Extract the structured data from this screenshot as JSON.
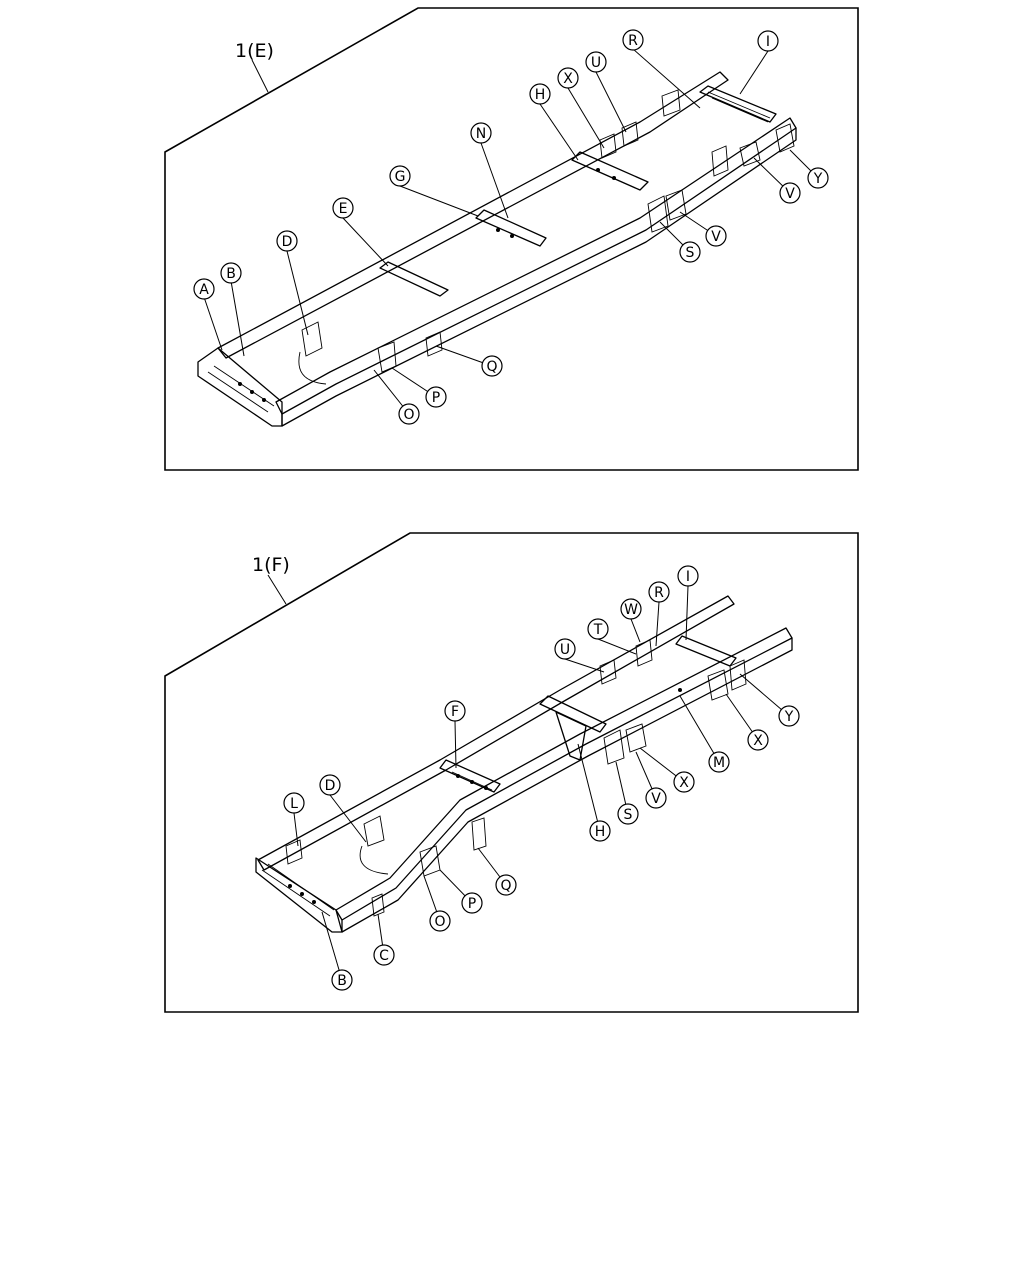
{
  "diagrams": [
    {
      "id": "E",
      "title": "1(E)",
      "callouts": [
        "A",
        "B",
        "D",
        "E",
        "G",
        "N",
        "H",
        "X",
        "U",
        "R",
        "I",
        "Y",
        "V",
        "V",
        "S",
        "Q",
        "P",
        "O"
      ]
    },
    {
      "id": "F",
      "title": "1(F)",
      "callouts": [
        "L",
        "D",
        "F",
        "U",
        "T",
        "W",
        "R",
        "I",
        "Y",
        "X",
        "M",
        "X",
        "V",
        "S",
        "H",
        "Q",
        "P",
        "O",
        "C",
        "B"
      ]
    }
  ],
  "colors": {
    "line": "#000000",
    "background": "#ffffff"
  }
}
